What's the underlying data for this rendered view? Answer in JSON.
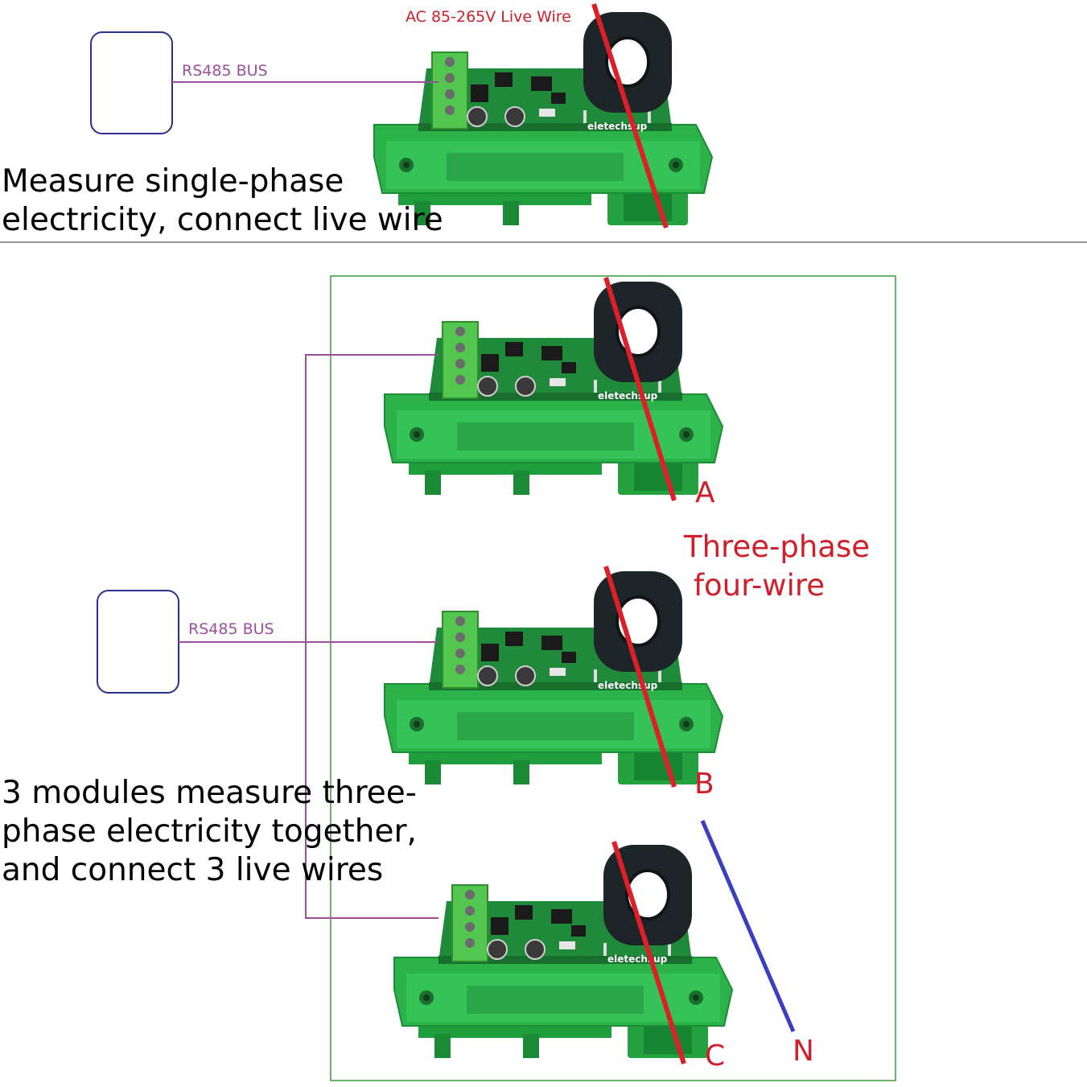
{
  "colors": {
    "live_wire": "#dd1f2a",
    "neutral_wire": "#3a3fbf",
    "bus_line": "#9b4f9b",
    "master_box": "#2a2f8c",
    "panel_border": "#3a9a3a",
    "board_green": "#2bb34a",
    "label_red": "#d01e2a"
  },
  "top_section": {
    "live_wire_label": "AC 85-265V Live Wire",
    "bus_label": "RS485 BUS",
    "caption_line1": "Measure single-phase",
    "caption_line2": "electricity, connect live wire"
  },
  "bottom_section": {
    "bus_label": "RS485 BUS",
    "system_label_line1": "Three-phase",
    "system_label_line2": "four-wire",
    "phase_labels": [
      "A",
      "B",
      "C"
    ],
    "neutral_label": "N",
    "caption_line1": "3 modules measure three-",
    "caption_line2": "phase electricity together,",
    "caption_line3": "and connect 3 live wires"
  },
  "module": {
    "brand_text": "eletechsup"
  }
}
